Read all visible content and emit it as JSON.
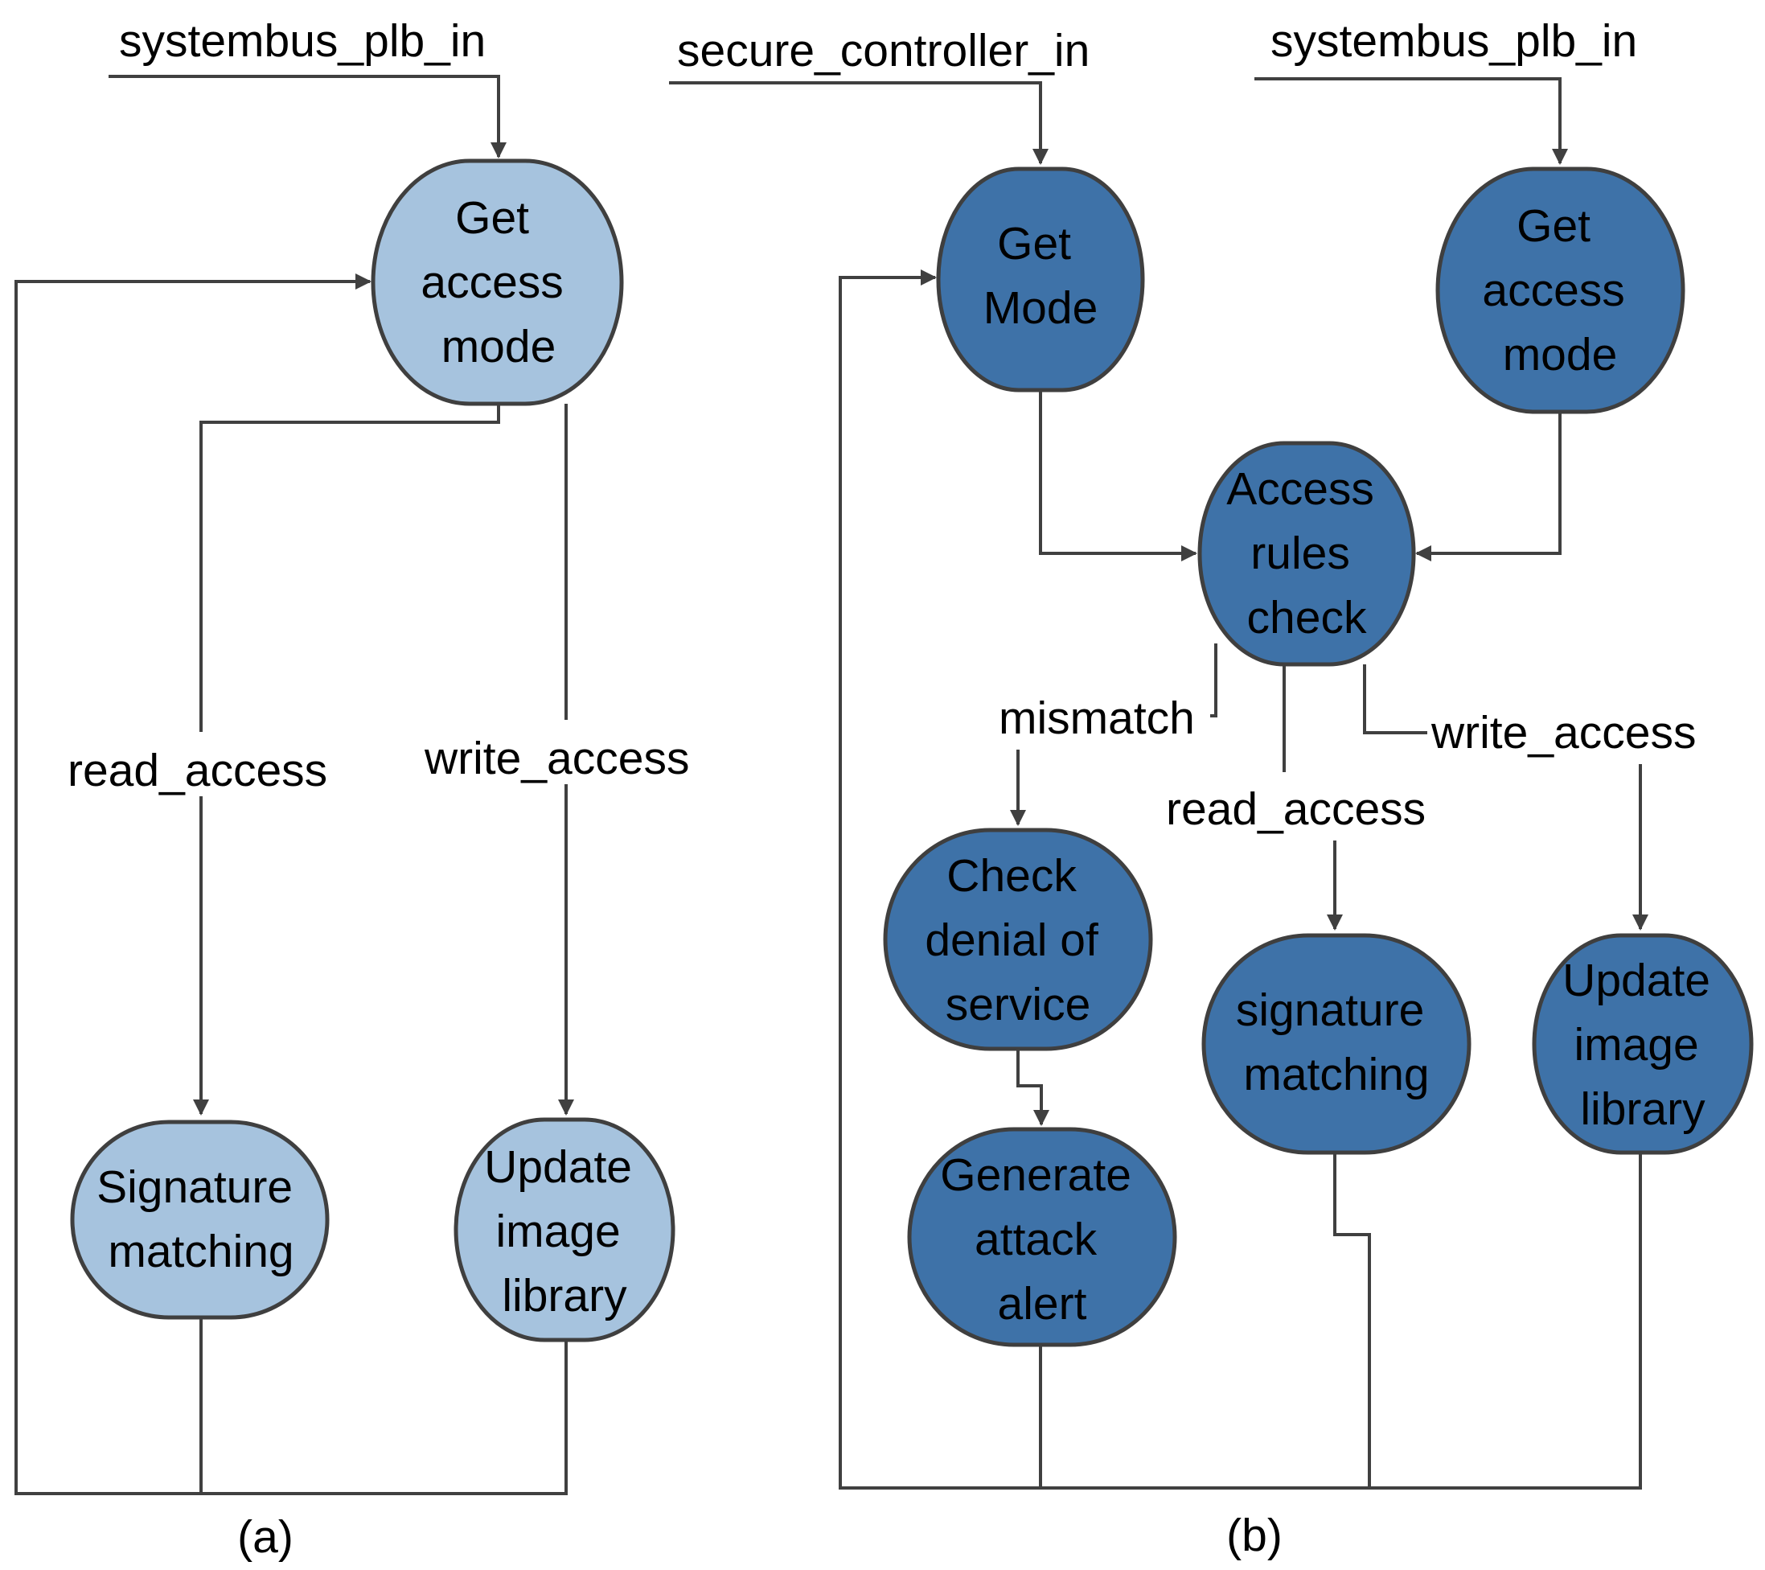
{
  "panel_a": {
    "caption": "(a)",
    "input_label": "systembus_plb_in",
    "edge_labels": {
      "read": "read_access",
      "write": "write_access"
    },
    "nodes": {
      "get_access_mode": [
        "Get",
        "access",
        "mode"
      ],
      "signature_matching": [
        "Signature",
        "matching"
      ],
      "update_image_library": [
        "Update",
        "image",
        "library"
      ]
    }
  },
  "panel_b": {
    "caption": "(b)",
    "input_label_mode": "secure_controller_in",
    "input_label_access": "systembus_plb_in",
    "edge_labels": {
      "mismatch": "mismatch",
      "read": "read_access",
      "write": "write_access"
    },
    "nodes": {
      "get_mode": [
        "Get",
        "Mode"
      ],
      "get_access_mode": [
        "Get",
        "access",
        "mode"
      ],
      "access_rules_check": [
        "Access",
        "rules",
        "check"
      ],
      "check_denial": [
        "Check",
        "denial of",
        "service"
      ],
      "generate_alert": [
        "Generate",
        "attack",
        "alert"
      ],
      "signature_matching": [
        "signature",
        "matching"
      ],
      "update_image_library": [
        "Update",
        "image",
        "library"
      ]
    }
  },
  "colors": {
    "light_node": "#a6c3de",
    "dark_node": "#3e72a8",
    "line": "#404040"
  }
}
